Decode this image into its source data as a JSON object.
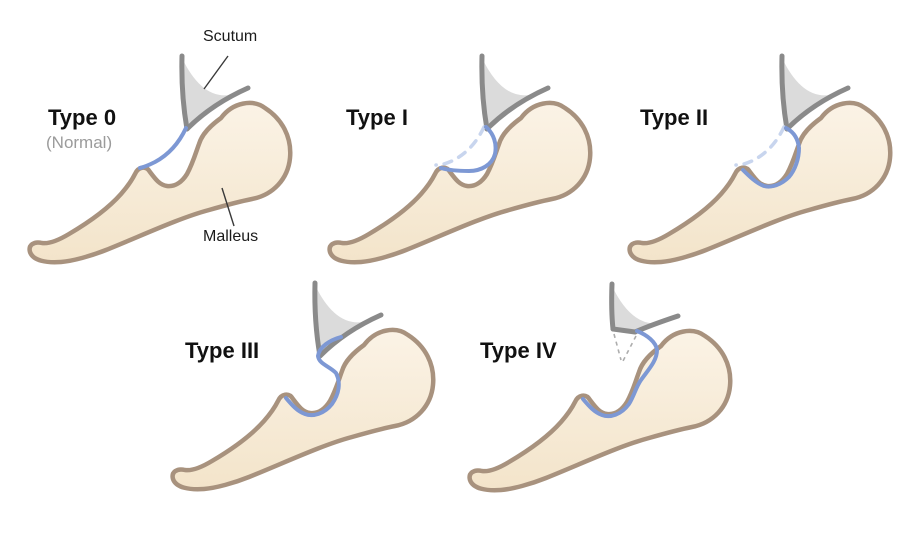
{
  "figure": {
    "background": "#ffffff",
    "panels": [
      {
        "label": "Type 0",
        "sublabel": "(Normal)"
      },
      {
        "label": "Type I"
      },
      {
        "label": "Type II"
      },
      {
        "label": "Type III"
      },
      {
        "label": "Type IV"
      }
    ],
    "annotations": {
      "scutum": "Scutum",
      "malleus": "Malleus"
    },
    "colors": {
      "background": "#ffffff",
      "label_text": "#111111",
      "sublabel_text": "#9b9b9b",
      "bone_fill_top": "#fbf3e6",
      "bone_fill_bottom": "#f3e4ca",
      "bone_outline": "#a8927e",
      "scutum_fill": "#dbdbdb",
      "scutum_stroke": "#8a8a8a",
      "membrane_solid": "#7d98d4",
      "membrane_dashed": "#c8d5ee",
      "erosion_dashed": "#adadad",
      "pointer_line": "#3a3a3a"
    }
  }
}
